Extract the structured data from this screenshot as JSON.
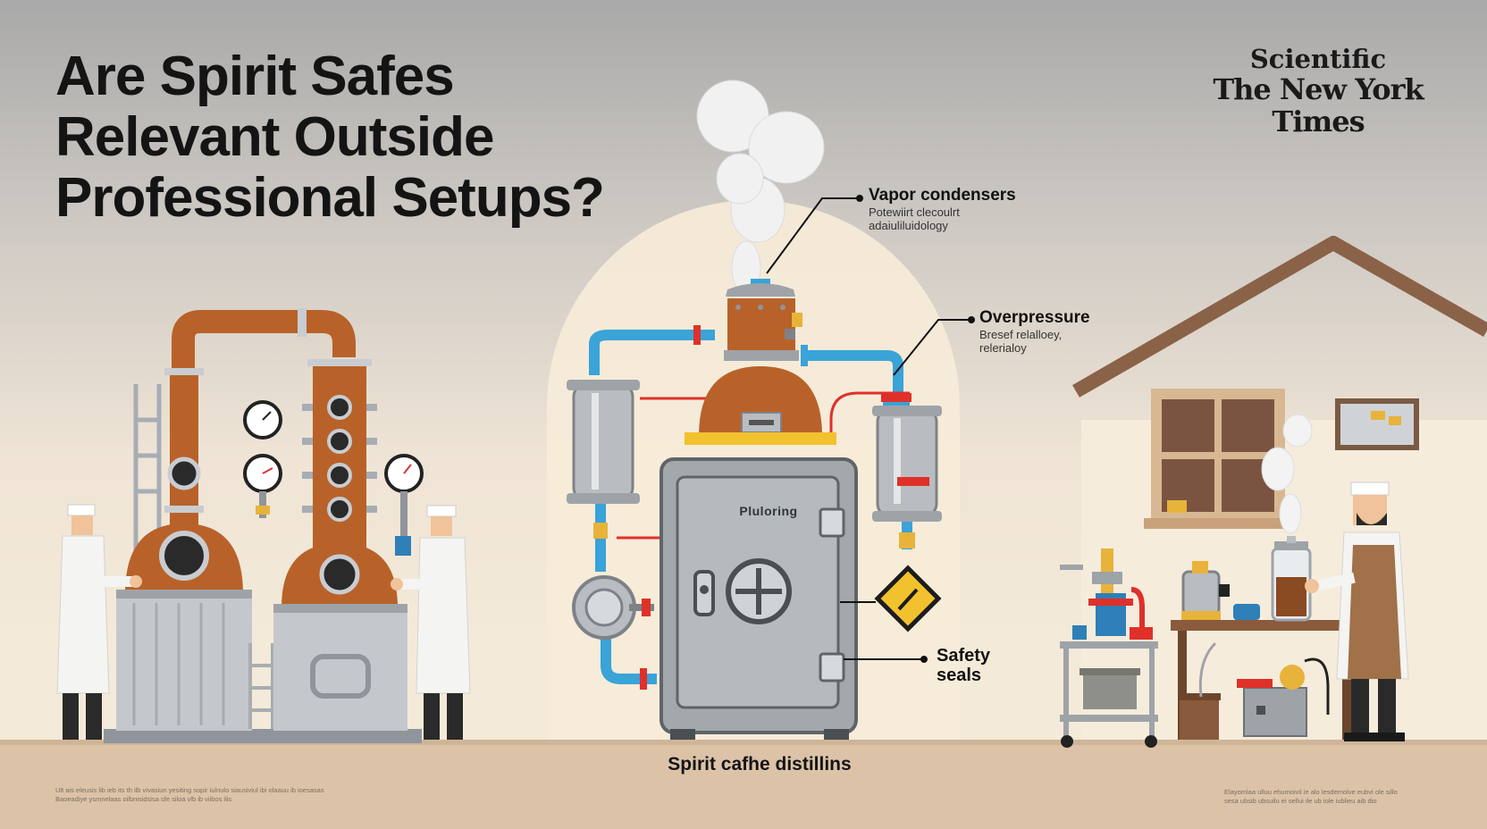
{
  "headline": {
    "line1": "Are Spirit Safes",
    "line2": "Relevant Outside",
    "line3": "Professional Setups?"
  },
  "masthead": {
    "line1": "Scientific",
    "line2": "The New York Times"
  },
  "callouts": {
    "vapor": {
      "title": "Vapor condensers",
      "sub1": "Potewiirt clecoulrt",
      "sub2": "adaiuliluidology"
    },
    "overpressure": {
      "title": "Overpressure",
      "sub1": "Bresef relalloey,",
      "sub2": "relerialoy"
    },
    "safety": {
      "line1": "Safety",
      "line2": "seals"
    }
  },
  "safe_label": "Pluloring",
  "caption": "Spirit cafhe distillins",
  "fineprint": {
    "left_line1": "Ult ais eleusis lib ieb its th ilb vivasiun yesiting sopir iulnulo siausiviul ibi olaauu ib ioesasas",
    "left_line2": "Baoeadiye ysmnelaas oilbnisidsisa sfe siloa vlb ib viibos ilis",
    "right_line1": "Elayomlaa ulluu ehumoivil ie alo lesdemolve eubvi ole sillo",
    "right_line2": "sesa ubsib ubsuilu ei sellui ile ub iole iublieu aib dio"
  },
  "colors": {
    "copper": "#b8622a",
    "steel": "#b9bdc2",
    "pipe_blue": "#3aa3d8",
    "pipe_red": "#e0302a",
    "brass": "#e8b33a",
    "warning_yellow": "#f2c12e",
    "floor": "#dcc3a8"
  }
}
